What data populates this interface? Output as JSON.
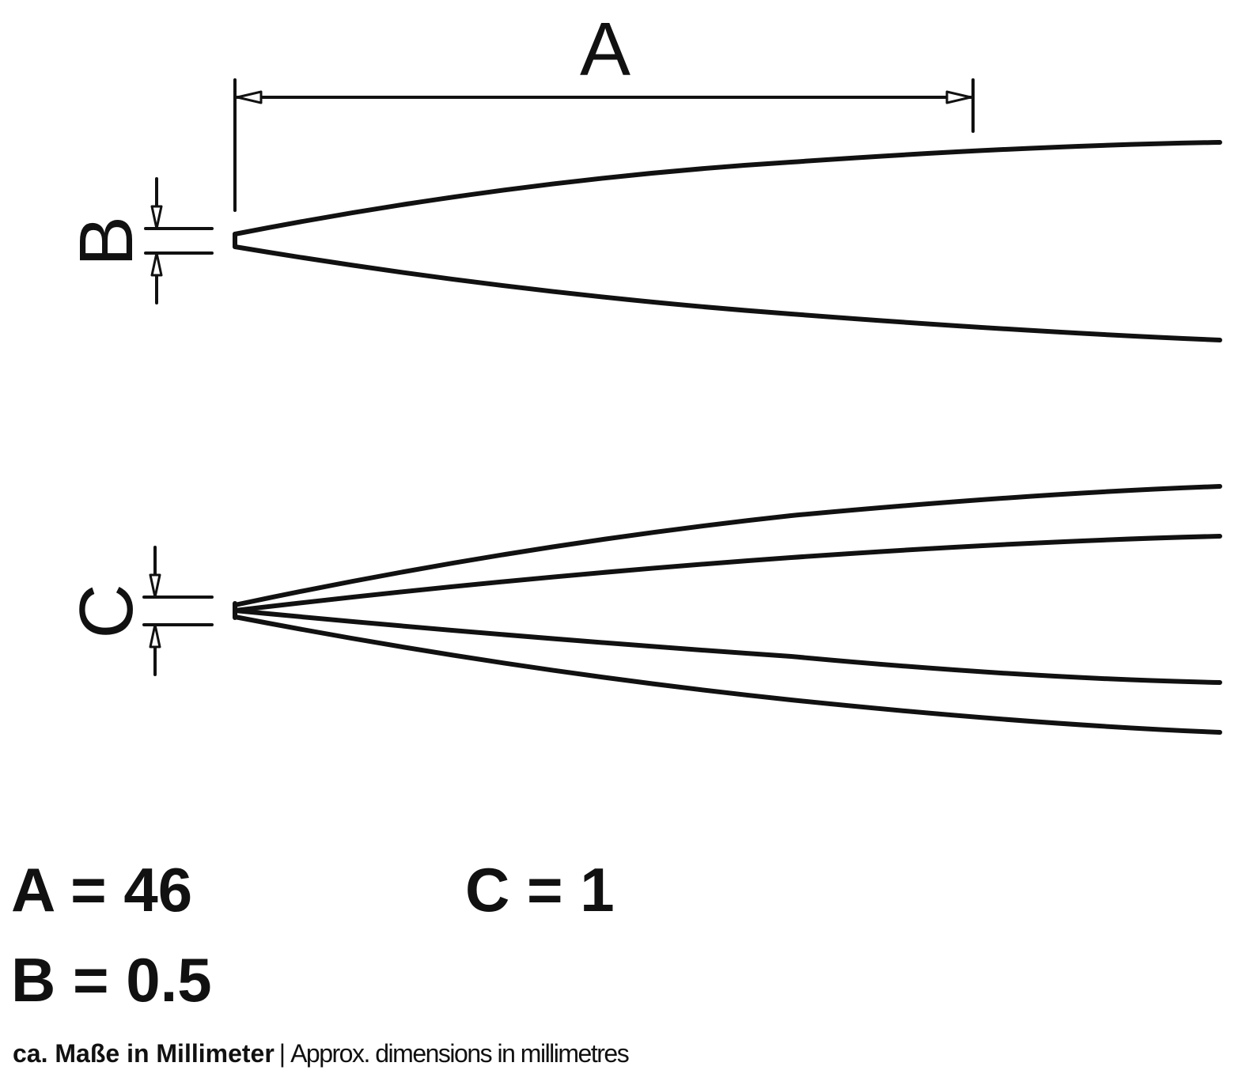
{
  "diagram": {
    "dimension_labels": {
      "a": "A",
      "b": "B",
      "c": "C"
    },
    "stroke_color": "#111111",
    "background_color": "#ffffff"
  },
  "legend": {
    "a": "A = 46",
    "b": "B = 0.5",
    "c": "C = 1"
  },
  "footnote": {
    "german": "ca. Maße in Millimeter",
    "separator": "|",
    "english": "Approx. dimensions in millimetres"
  }
}
